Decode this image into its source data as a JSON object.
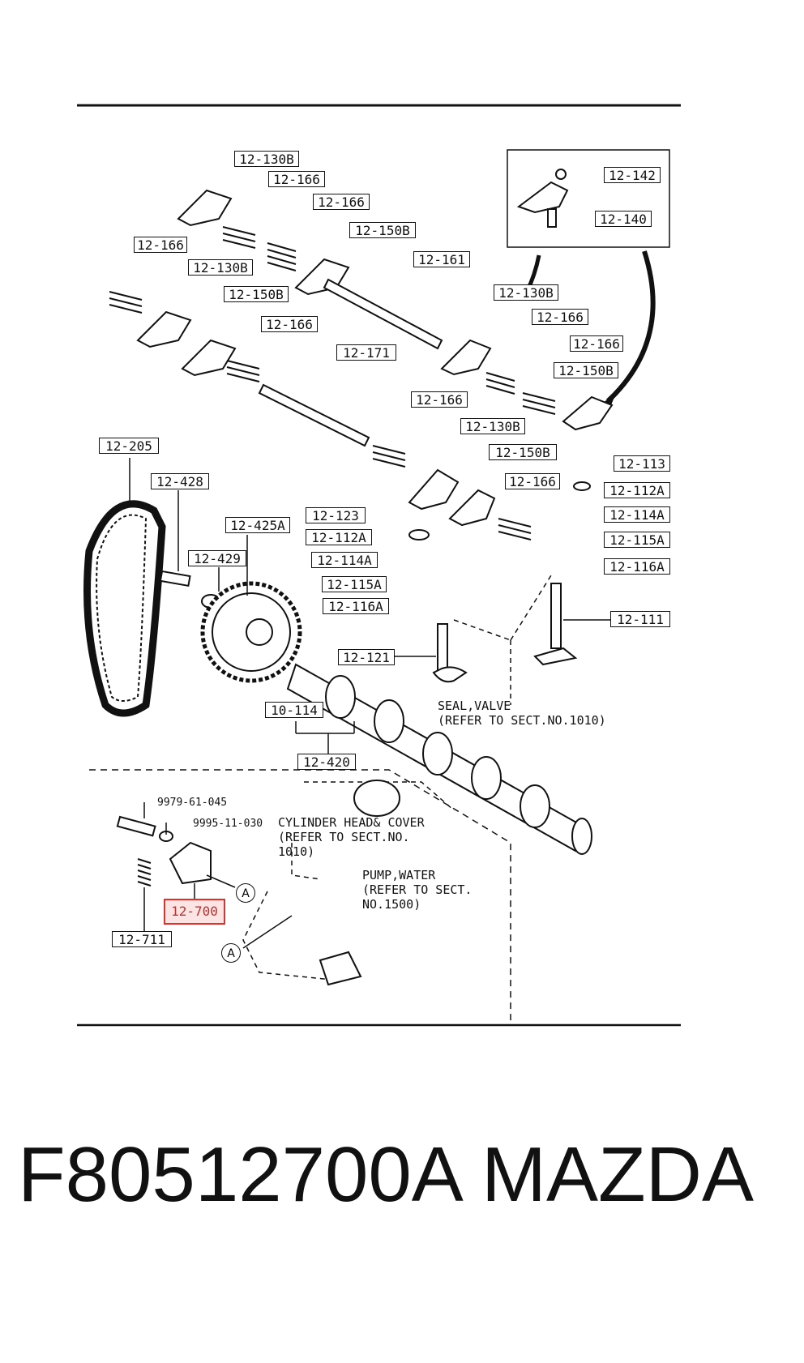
{
  "labels": {
    "top": [
      "12-130B",
      "12-166",
      "12-166",
      "12-150B",
      "12-166",
      "12-130B",
      "12-161",
      "12-150B",
      "12-166",
      "12-171",
      "12-130B",
      "12-166",
      "12-166",
      "12-150B",
      "12-166",
      "12-130B",
      "12-150B",
      "12-166"
    ],
    "inset": [
      "12-142",
      "12-140"
    ],
    "valve_left": [
      "12-123",
      "12-112A",
      "12-114A",
      "12-115A",
      "12-116A",
      "12-121"
    ],
    "valve_right": [
      "12-113",
      "12-112A",
      "12-114A",
      "12-115A",
      "12-116A",
      "12-111"
    ],
    "drive": [
      "12-205",
      "12-428",
      "12-429",
      "12-425A",
      "10-114",
      "12-420"
    ],
    "tensioner": [
      "12-700",
      "12-711"
    ],
    "bolt_part_numbers": [
      "9979-61-045",
      "9995-11-030"
    ]
  },
  "notes": {
    "seal_valve": "SEAL,VALVE\n(REFER TO SECT.NO.1010)",
    "cylinder_head": "CYLINDER HEAD& COVER\n(REFER TO SECT.NO.\n1010)",
    "pump_water": "PUMP,WATER\n(REFER TO SECT.\nNO.1500)"
  },
  "callout_marker": "A",
  "highlighted_part": "12-700",
  "footer": {
    "part_number": "F80512700A",
    "brand": "MAZDA"
  },
  "colors": {
    "ink": "#111111",
    "highlight": "#e0302a"
  }
}
